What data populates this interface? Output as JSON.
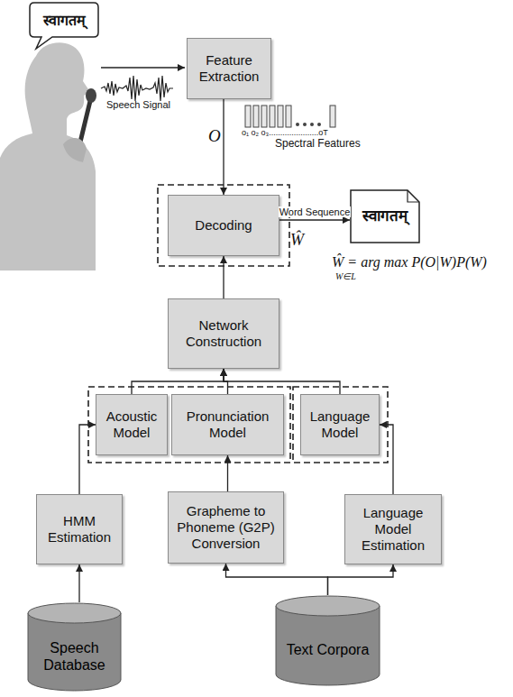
{
  "diagram": {
    "nodes": [
      {
        "text": [
          "स्वागतम्"
        ]
      },
      {
        "text": [
          "Feature Extraction"
        ]
      },
      {
        "text": [
          "Decoding"
        ]
      },
      {
        "text": [
          "स्वागतम्"
        ]
      },
      {
        "text": [
          "Network Construction"
        ]
      },
      {
        "text": [
          "Acoustic Model"
        ]
      },
      {
        "text": [
          "Pronunciation Model"
        ]
      },
      {
        "text": [
          "Language Model"
        ]
      },
      {
        "text": [
          "HMM Estimation"
        ]
      },
      {
        "text": [
          "Grapheme to Phoneme (G2P) Conversion"
        ]
      },
      {
        "text": [
          "Language Model Estimation"
        ]
      },
      {
        "text": [
          "Speech Database"
        ]
      },
      {
        "text": [
          "Text Corpora"
        ]
      }
    ],
    "edges": [
      {
        "from": 1,
        "to": 2,
        "arrow": "to"
      },
      {
        "from": 2,
        "to": 3,
        "label": "Word Sequence",
        "arrow": "to"
      },
      {
        "from": 4,
        "to": 2,
        "arrow": "to"
      },
      {
        "from": 5,
        "to": 4,
        "arrow": "to"
      },
      {
        "from": 6,
        "to": 4,
        "arrow": "to"
      },
      {
        "from": 7,
        "to": 4,
        "arrow": "to"
      },
      {
        "from": 8,
        "to": 5,
        "arrow": "to"
      },
      {
        "from": 9,
        "to": 6,
        "arrow": "to"
      },
      {
        "from": 10,
        "to": 7,
        "arrow": "to"
      },
      {
        "from": 11,
        "to": 8,
        "arrow": "to"
      },
      {
        "from": 12,
        "to": 9,
        "arrow": "to"
      },
      {
        "from": 12,
        "to": 10,
        "arrow": "to"
      }
    ],
    "labels": [
      "Speech Signal",
      "O",
      "o₁ o₂ o₃......................oT",
      "Spectral Features",
      "Ŵ",
      "Ŵ = arg max P(O|W)P(W)",
      "W∈L"
    ]
  }
}
